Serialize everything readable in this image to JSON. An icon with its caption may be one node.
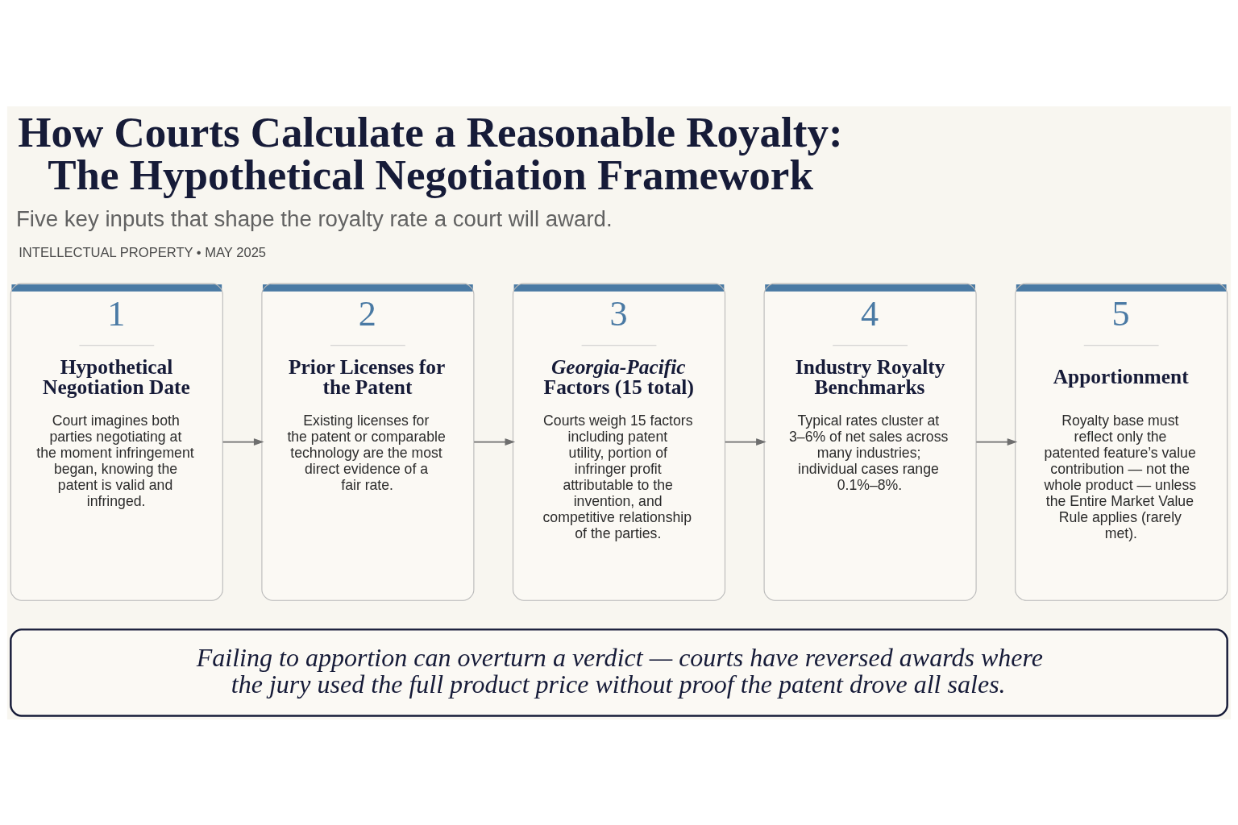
{
  "diagram": {
    "title": "How Courts Calculate a Reasonable Royalty: The Hypothetical Negotiation Framework",
    "nodes": [
      {
        "text": [
          "1",
          "Hypothetical Negotiation Date",
          "Court imagines both parties negotiating at the moment infringement began, knowing the patent is valid and infringed."
        ]
      },
      {
        "text": [
          "2",
          "Prior Licenses for the Patent",
          "Existing licenses for the patent or comparable technology are the most direct evidence of a fair rate."
        ]
      },
      {
        "text": [
          "3",
          "*Georgia-Pacific* Factors (15 total)",
          "Courts weigh 15 factors including patent utility, portion of infringer profit attributable to the invention, and competitive relationship of the parties."
        ]
      },
      {
        "text": [
          "4",
          "Industry Royalty Benchmarks",
          "Typical rates cluster at 3–6% of net sales across many industries; individual cases range 0.1%–8%."
        ]
      },
      {
        "text": [
          "5",
          "Apportionment",
          "Royalty base must reflect only the patented feature’s value contribution — not the whole product — unless the Entire Market Value Rule applies (rarely met)."
        ]
      },
      {
        "text": [
          "Failing to apportion can overturn a verdict — courts have reversed awards where the jury used the full product price without proof the patent drove all sales."
        ]
      }
    ],
    "edges": [
      {
        "from": 0,
        "to": 1,
        "arrow": "to"
      },
      {
        "from": 1,
        "to": 2,
        "arrow": "to"
      },
      {
        "from": 2,
        "to": 3,
        "arrow": "to"
      },
      {
        "from": 3,
        "to": 4,
        "arrow": "to"
      }
    ],
    "labels": [
      "Five key inputs that shape the royalty rate a court will award.",
      "INTELLECTUAL PROPERTY • MAY 2025"
    ]
  }
}
